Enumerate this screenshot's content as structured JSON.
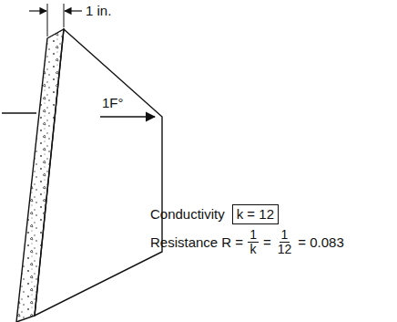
{
  "diagram": {
    "nodes": [
      {
        "text": [
          "k = 12"
        ]
      }
    ],
    "labels": [
      "1 in.",
      "1F°",
      "Conductivity",
      "Resistance R =",
      "1",
      "k",
      "=",
      "1",
      "12",
      "= 0.083"
    ]
  }
}
